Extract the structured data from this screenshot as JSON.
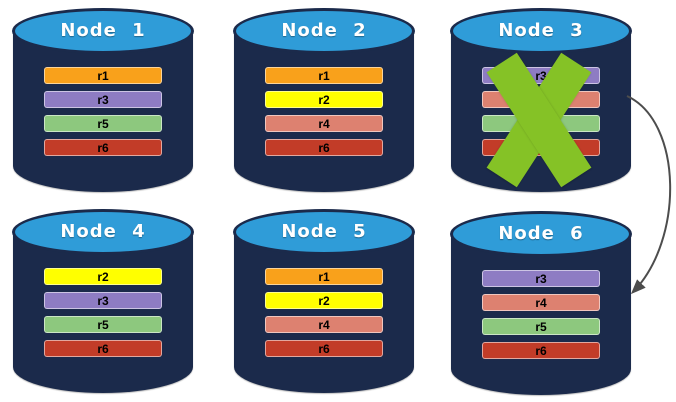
{
  "diagram": {
    "background": "#FFFFFF",
    "palette": {
      "cylinder_body": "#1B2A4B",
      "cylinder_top": "#2F9CD8",
      "title_text": "#FFFFFF",
      "bar_text": "#000000"
    },
    "replica_colors": {
      "r1": "#F9A11B",
      "r2": "#FFFF00",
      "r3": "#8E7CC3",
      "r4": "#DD8170",
      "r5": "#8DC87E",
      "r6": "#C23C28"
    },
    "nodes": [
      {
        "title": "Node 1",
        "failed": false,
        "bars": [
          {
            "label": "r1",
            "color": "#F9A11B"
          },
          {
            "label": "r3",
            "color": "#8E7CC3"
          },
          {
            "label": "r5",
            "color": "#8DC87E"
          },
          {
            "label": "r6",
            "color": "#C23C28"
          }
        ]
      },
      {
        "title": "Node 2",
        "failed": false,
        "bars": [
          {
            "label": "r1",
            "color": "#F9A11B"
          },
          {
            "label": "r2",
            "color": "#FFFF00"
          },
          {
            "label": "r4",
            "color": "#DD8170"
          },
          {
            "label": "r6",
            "color": "#C23C28"
          }
        ]
      },
      {
        "title": "Node 3",
        "failed": true,
        "bars": [
          {
            "label": "r3",
            "color": "#8E7CC3"
          },
          {
            "label": "r4",
            "color": "#DD8170"
          },
          {
            "label": "r5",
            "color": "#8DC87E"
          },
          {
            "label": "r6",
            "color": "#C23C28"
          }
        ]
      },
      {
        "title": "Node 4",
        "failed": false,
        "bars": [
          {
            "label": "r2",
            "color": "#FFFF00"
          },
          {
            "label": "r3",
            "color": "#8E7CC3"
          },
          {
            "label": "r5",
            "color": "#8DC87E"
          },
          {
            "label": "r6",
            "color": "#C23C28"
          }
        ]
      },
      {
        "title": "Node 5",
        "failed": false,
        "bars": [
          {
            "label": "r1",
            "color": "#F9A11B"
          },
          {
            "label": "r2",
            "color": "#FFFF00"
          },
          {
            "label": "r4",
            "color": "#DD8170"
          },
          {
            "label": "r6",
            "color": "#C23C28"
          }
        ]
      },
      {
        "title": "Node 6",
        "failed": false,
        "bars": [
          {
            "label": "r3",
            "color": "#8E7CC3"
          },
          {
            "label": "r4",
            "color": "#DD8170"
          },
          {
            "label": "r5",
            "color": "#8DC87E"
          },
          {
            "label": "r6",
            "color": "#C23C28"
          }
        ]
      }
    ],
    "failure_mark": {
      "icon": "x-mark",
      "color": "#85C226",
      "on_node": "Node 3"
    },
    "arrow": {
      "from": "Node 3",
      "to": "Node 6",
      "color": "#4D4D4D"
    }
  }
}
